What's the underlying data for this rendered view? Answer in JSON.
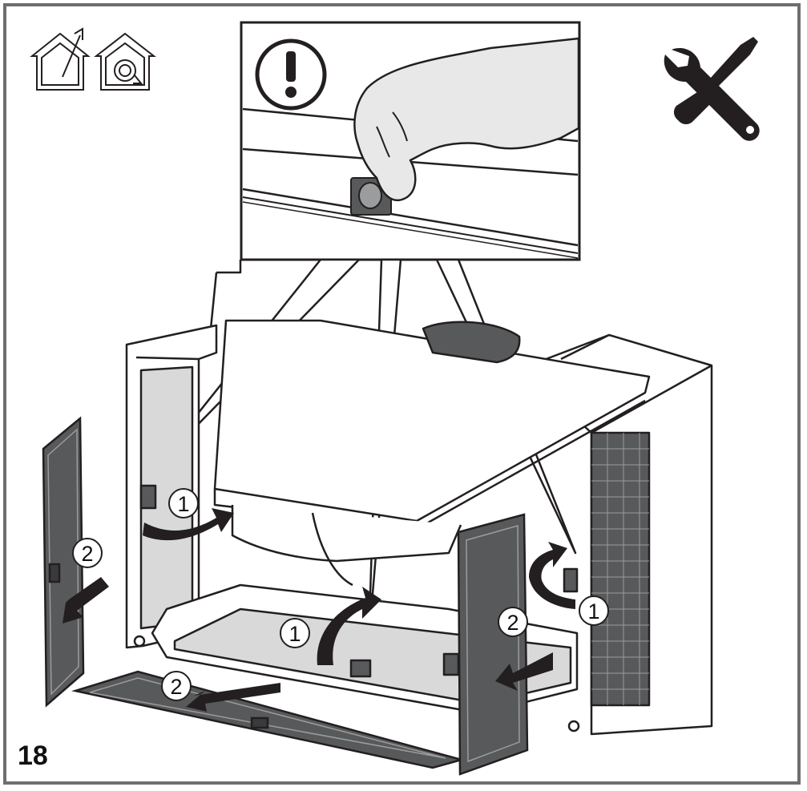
{
  "step": {
    "number": "18"
  },
  "icons": {
    "ducted_mode": "house-exhaust-icon",
    "recirculation_mode": "house-recirculation-icon",
    "tools": "wrench-screwdriver-icon",
    "warning": "exclamation-warning-icon"
  },
  "callouts": {
    "left_release": "1",
    "bottom_release": "1",
    "right_release": "1",
    "left_remove": "2",
    "bottom_remove": "2",
    "right_remove": "2"
  },
  "colors": {
    "frame": "#6d6e70",
    "filter": "#58595b",
    "line": "#231f20",
    "shade": "#d9d9da",
    "arrow": "#231f20"
  }
}
